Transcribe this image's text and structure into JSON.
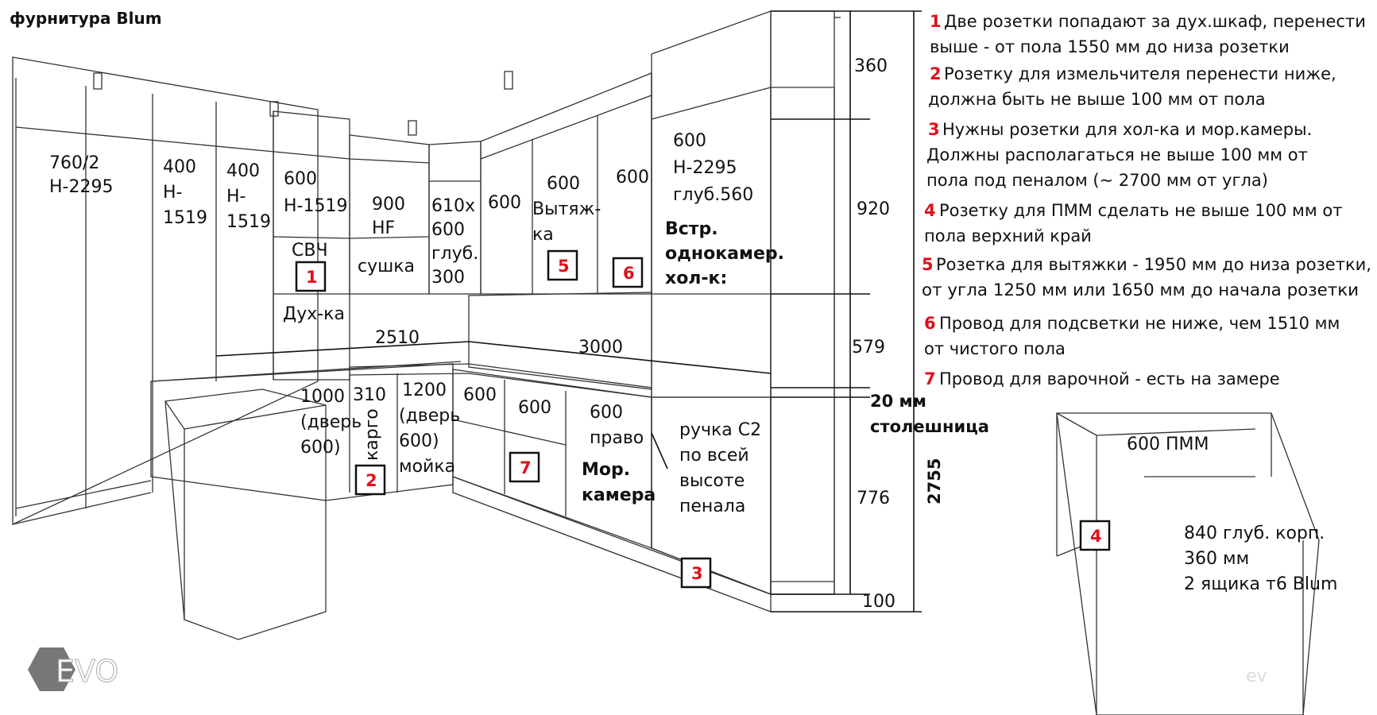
{
  "title": "фурнитура Blum",
  "logo": {
    "text": "EVO",
    "watermark": "ev"
  },
  "colors": {
    "cabinet_white": "#ffffff",
    "cabinet_grey": "#b8b8b8",
    "cabinet_grey_dark": "#a9a9a9",
    "mark_red": "#e0101a",
    "line": "#333333"
  },
  "upper_labels": {
    "tall_left": [
      "760/2",
      "Н-2295"
    ],
    "c400a": [
      "400",
      "Н-",
      "1519"
    ],
    "c400b": [
      "400",
      "Н-",
      "1519"
    ],
    "c600": [
      "600",
      "Н-1519"
    ],
    "c900": [
      "900",
      "HF"
    ],
    "corner": [
      "610х",
      "600",
      "глуб.",
      "300"
    ],
    "g600a": [
      "600"
    ],
    "hood": [
      "600",
      "Вытяж-",
      "ка"
    ],
    "g600c": [
      "600"
    ],
    "fridge": [
      "600",
      "Н-2295",
      "глуб.560"
    ],
    "fridge_b": [
      "Встр.",
      "однокамер.",
      "хол-к:"
    ]
  },
  "appliance_labels": {
    "micro": "СВЧ",
    "oven": "Дух-ка",
    "dryer": "сушка"
  },
  "base_labels": {
    "b1000": [
      "1000",
      "(дверь",
      "600)"
    ],
    "b310": "310",
    "cargo": "карго",
    "b1200": [
      "1200",
      "(дверь",
      "600)",
      "мойка"
    ],
    "b600a": "600",
    "b600b": "600",
    "freezer": [
      "600",
      "право"
    ],
    "freezer_b": [
      "Мор.",
      "камера"
    ],
    "handle": [
      "ручка С2",
      "по всей",
      "высоте",
      "пенала"
    ]
  },
  "dimensions": {
    "d2510": "2510",
    "d3000": "3000",
    "d360": "360",
    "d920": "920",
    "d579": "579",
    "d20": [
      "20 мм",
      "столешница"
    ],
    "d776": "776",
    "d100": "100",
    "d2755": "2755"
  },
  "markers": [
    "1",
    "2",
    "3",
    "4",
    "5",
    "6",
    "7"
  ],
  "notes": [
    {
      "num": "1",
      "lines": [
        "Две розетки попадают за дух.шкаф, перенести",
        "выше - от пола 1550 мм до низа розетки"
      ]
    },
    {
      "num": "2",
      "lines": [
        "Розетку для измельчителя перенести ниже,",
        "должна быть не выше 100 мм от пола"
      ]
    },
    {
      "num": "3",
      "lines": [
        "Нужны розетки для хол-ка и мор.камеры.",
        "Должны располагаться не выше 100 мм от",
        "пола под пеналом (~ 2700 мм от угла)"
      ]
    },
    {
      "num": "4",
      "lines": [
        "Розетку для ПММ сделать не выше 100 мм от",
        "пола верхний край"
      ]
    },
    {
      "num": "5",
      "lines": [
        "Розетка для вытяжки - 1950 мм до низа розетки,",
        "от угла 1250 мм или 1650 мм до начала розетки"
      ]
    },
    {
      "num": "6",
      "lines": [
        "Провод для подсветки не ниже, чем 1510 мм",
        "от чистого пола"
      ]
    },
    {
      "num": "7",
      "lines": [
        "Провод для варочной - есть на замере"
      ]
    }
  ],
  "inset_labels": {
    "pmm": "600 ПММ",
    "body": [
      "840 глуб. корп.",
      "360 мм",
      "2 ящика т6 Blum"
    ]
  }
}
